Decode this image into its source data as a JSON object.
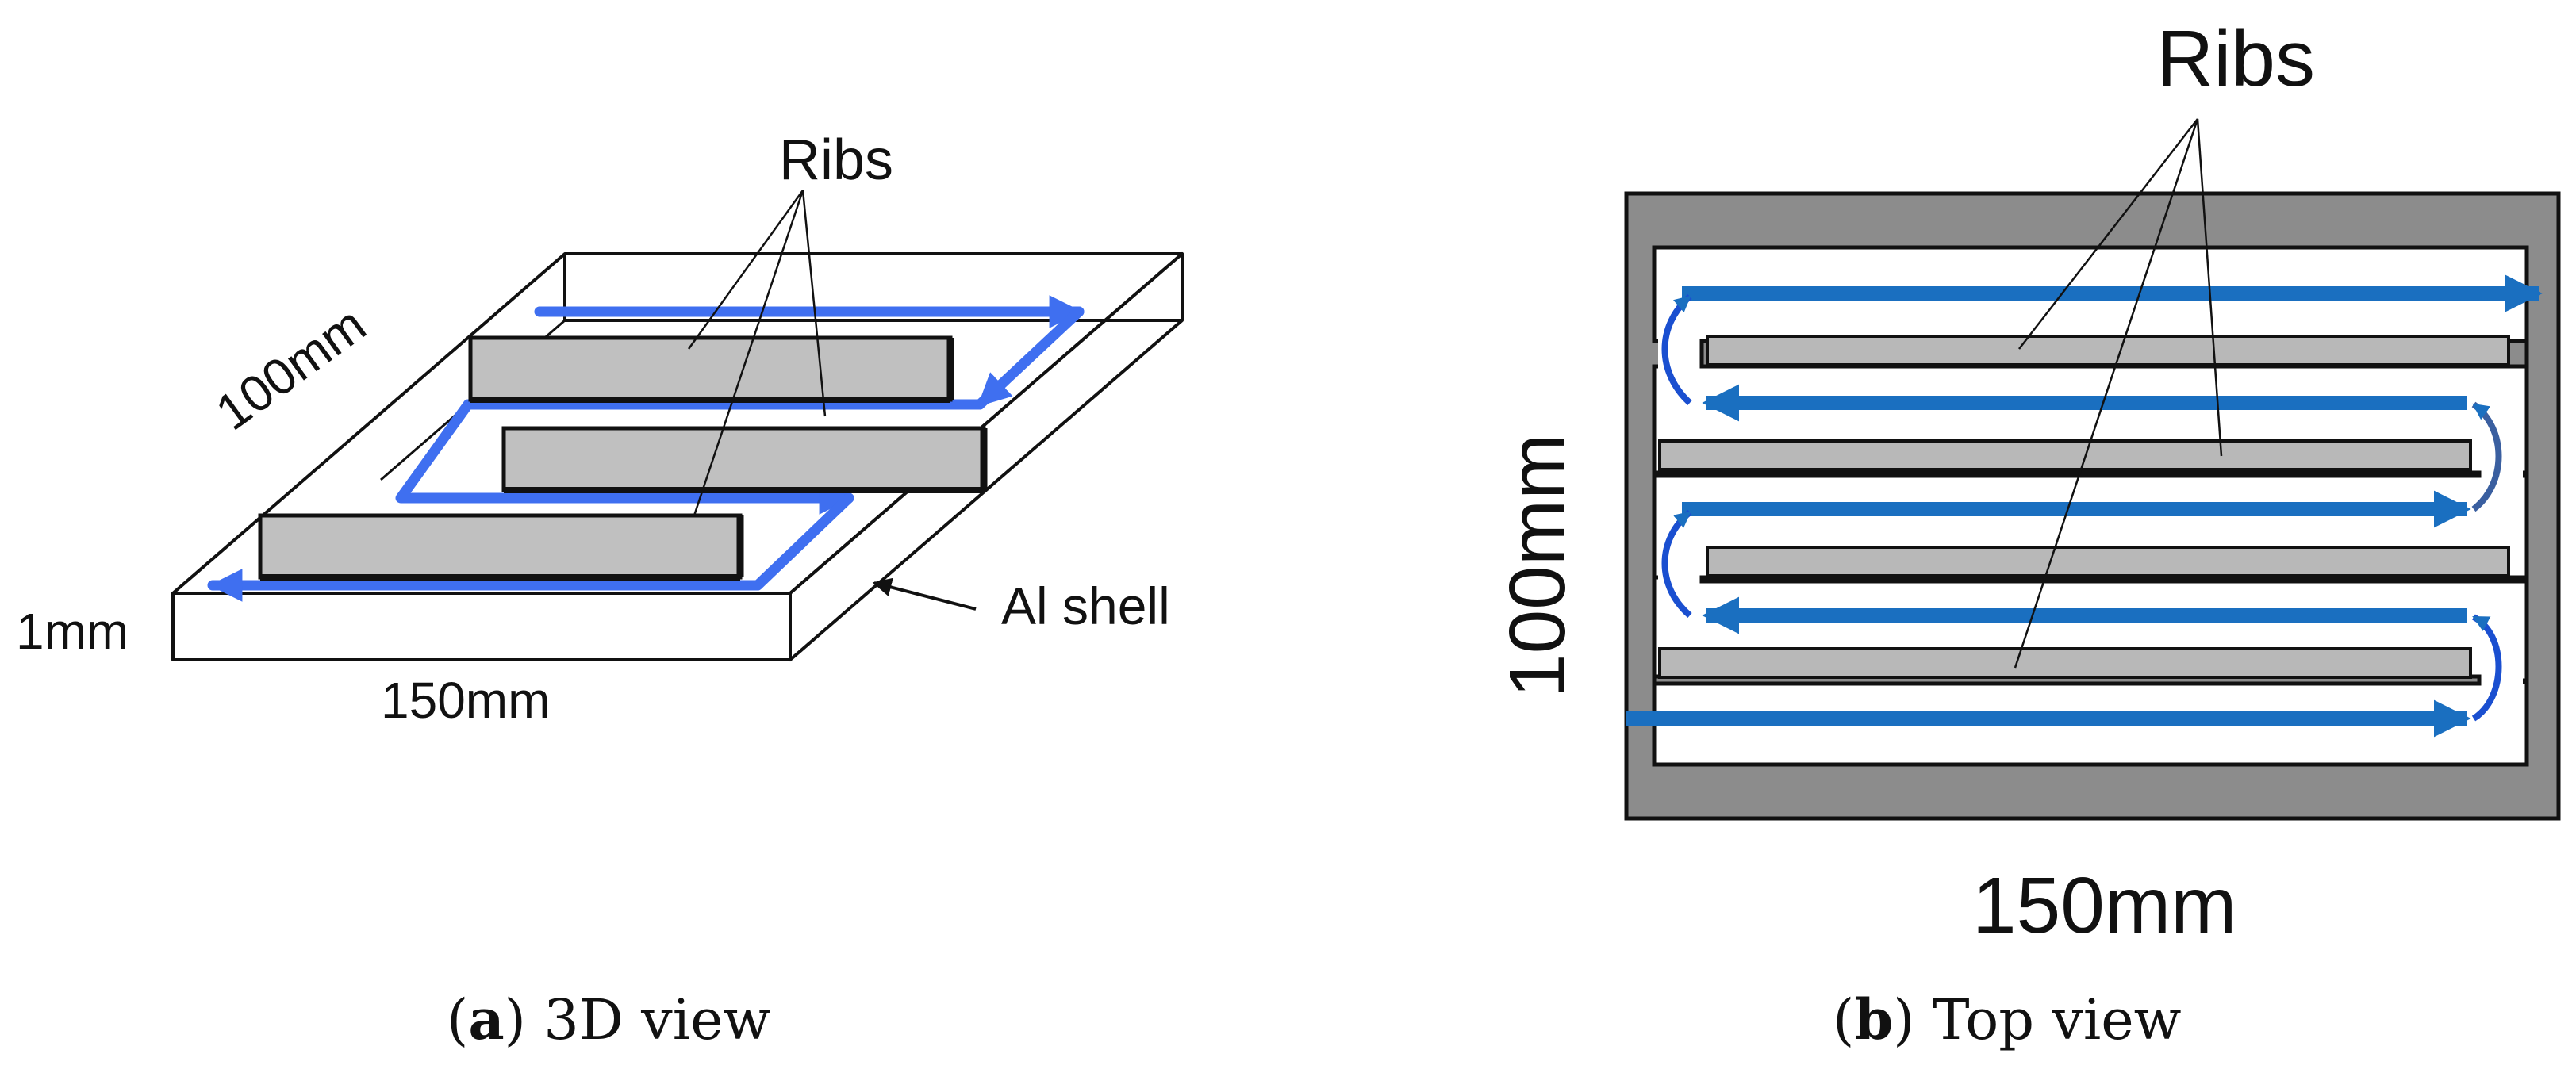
{
  "panel_a": {
    "ribs_label": "Ribs",
    "width_label": "100mm",
    "thickness_label": "1mm",
    "length_label": "150mm",
    "shell_label": "Al shell",
    "caption_letter": "a",
    "caption_text": "3D view"
  },
  "panel_b": {
    "ribs_label": "Ribs",
    "height_label": "100mm",
    "length_label": "150mm",
    "caption_letter": "b",
    "caption_text": "Top view"
  },
  "colors": {
    "flow_arrow_3d": "#3f6ff0",
    "flow_arrow_top": "#1a6fc0",
    "rib_fill": "#c0c0c0",
    "shell_fill": "#8c8c8c",
    "outline": "#111111"
  }
}
